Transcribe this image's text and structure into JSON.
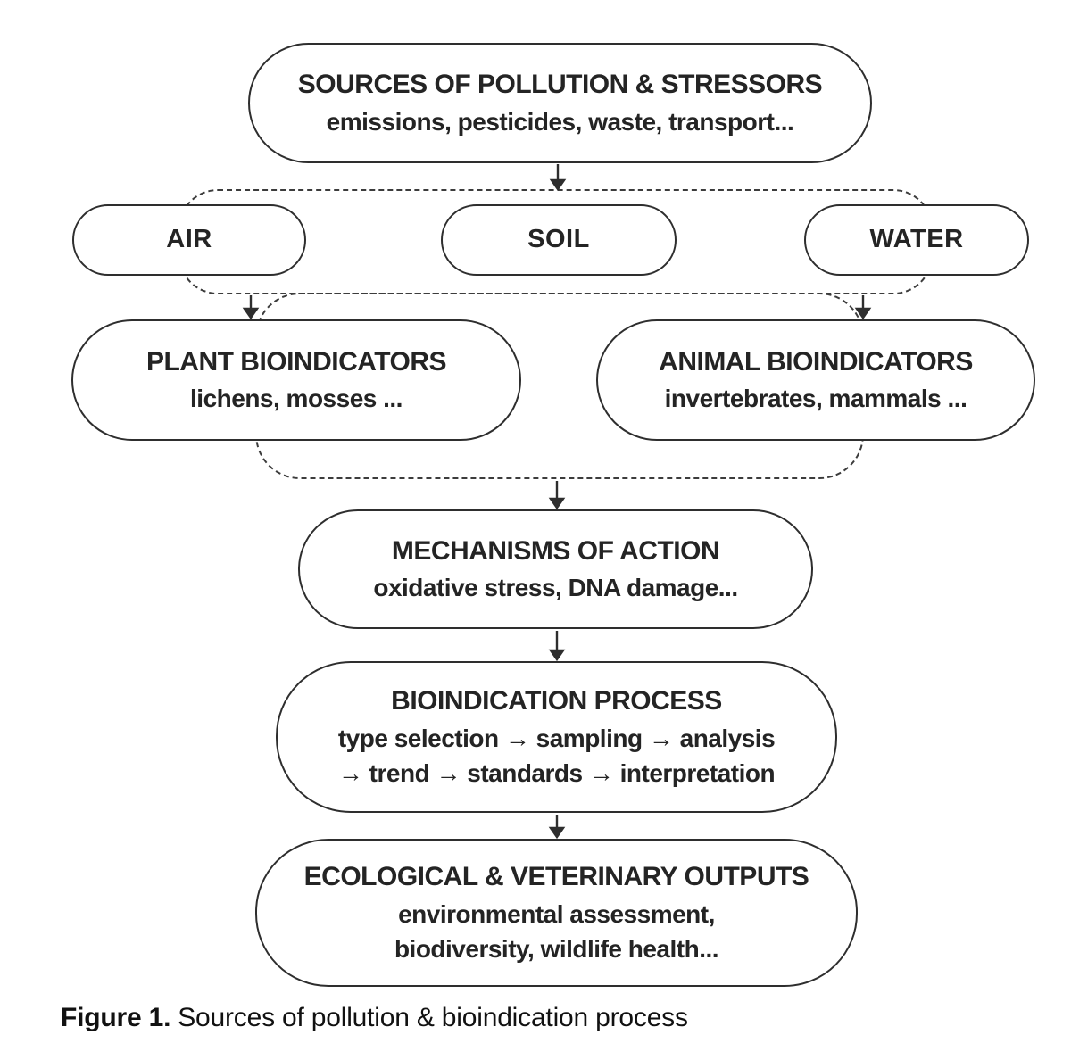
{
  "diagram": {
    "nodes": {
      "sources": {
        "title": "SOURCES OF POLLUTION & STRESSORS",
        "subtitle": "emissions, pesticides, waste, transport..."
      },
      "air": {
        "label": "AIR"
      },
      "soil": {
        "label": "SOIL"
      },
      "water": {
        "label": "WATER"
      },
      "plant": {
        "title": "PLANT BIOINDICATORS",
        "subtitle": "lichens, mosses ..."
      },
      "animal": {
        "title": "ANIMAL BIOINDICATORS",
        "subtitle": "invertebrates, mammals ..."
      },
      "mechanisms": {
        "title": "MECHANISMS OF ACTION",
        "subtitle": "oxidative stress, DNA damage..."
      },
      "process": {
        "title": "BIOINDICATION PROCESS",
        "line1": "type selection → sampling → analysis",
        "line2": "→ trend → standards → interpretation"
      },
      "outputs": {
        "title": "ECOLOGICAL & VETERINARY OUTPUTS",
        "line1": "environmental assessment,",
        "line2": "biodiversity, wildlife health..."
      }
    },
    "colors": {
      "stroke": "#2e2e2e",
      "dashed_stroke": "#3c3c3c",
      "text": "#242424",
      "background": "#ffffff"
    }
  },
  "caption": {
    "label": "Figure 1.",
    "text": "Sources of pollution & bioindication process"
  }
}
